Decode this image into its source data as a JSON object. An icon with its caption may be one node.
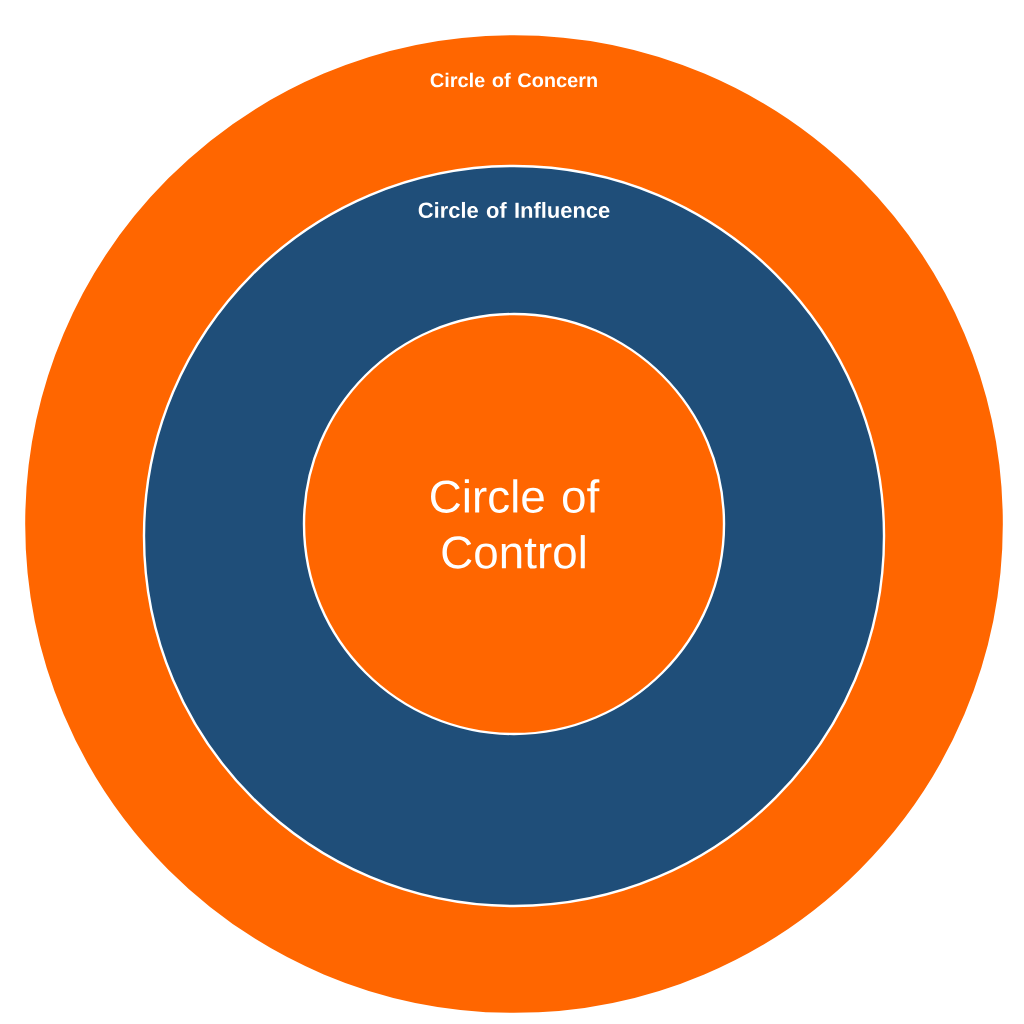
{
  "diagram": {
    "nodes": [
      {
        "text": [
          "Circle of Concern"
        ]
      },
      {
        "text": [
          "Circle of Influence"
        ],
        "in": 0
      },
      {
        "text": [
          "Circle of Control"
        ],
        "in": 1
      }
    ]
  }
}
